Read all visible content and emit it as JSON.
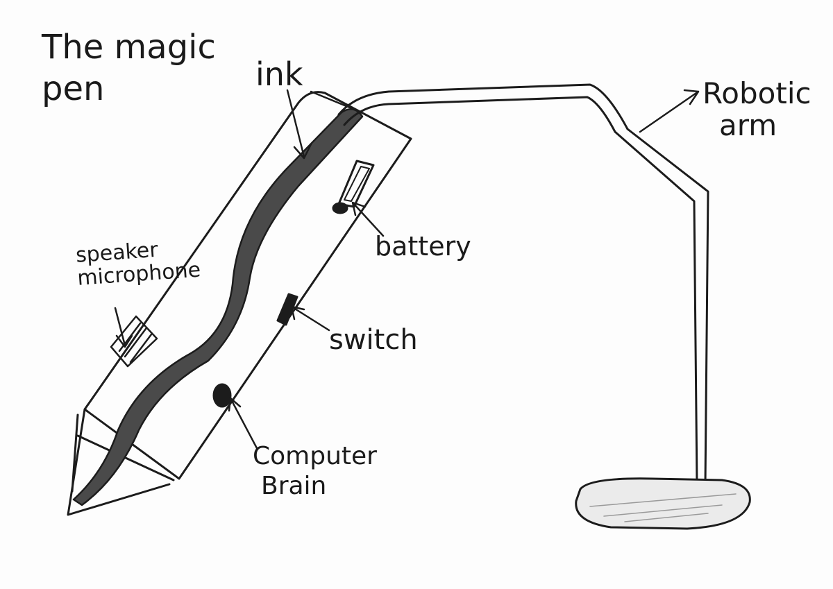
{
  "title": {
    "line1": "The magic",
    "line2": "pen"
  },
  "labels": {
    "ink": "ink",
    "robotic_arm": {
      "line1": "Robotic",
      "line2": "arm"
    },
    "speaker_microphone": {
      "line1": "speaker",
      "line2": "microphone"
    },
    "battery": "battery",
    "switch": "switch",
    "computer_brain": {
      "line1": "Computer",
      "line2": "Brain"
    }
  },
  "colors": {
    "ink": "#1c1c1c",
    "ink_fill": "#4a4a4a",
    "paper": "#fdfdfd",
    "pencil_shade": "#9a9a9a"
  }
}
